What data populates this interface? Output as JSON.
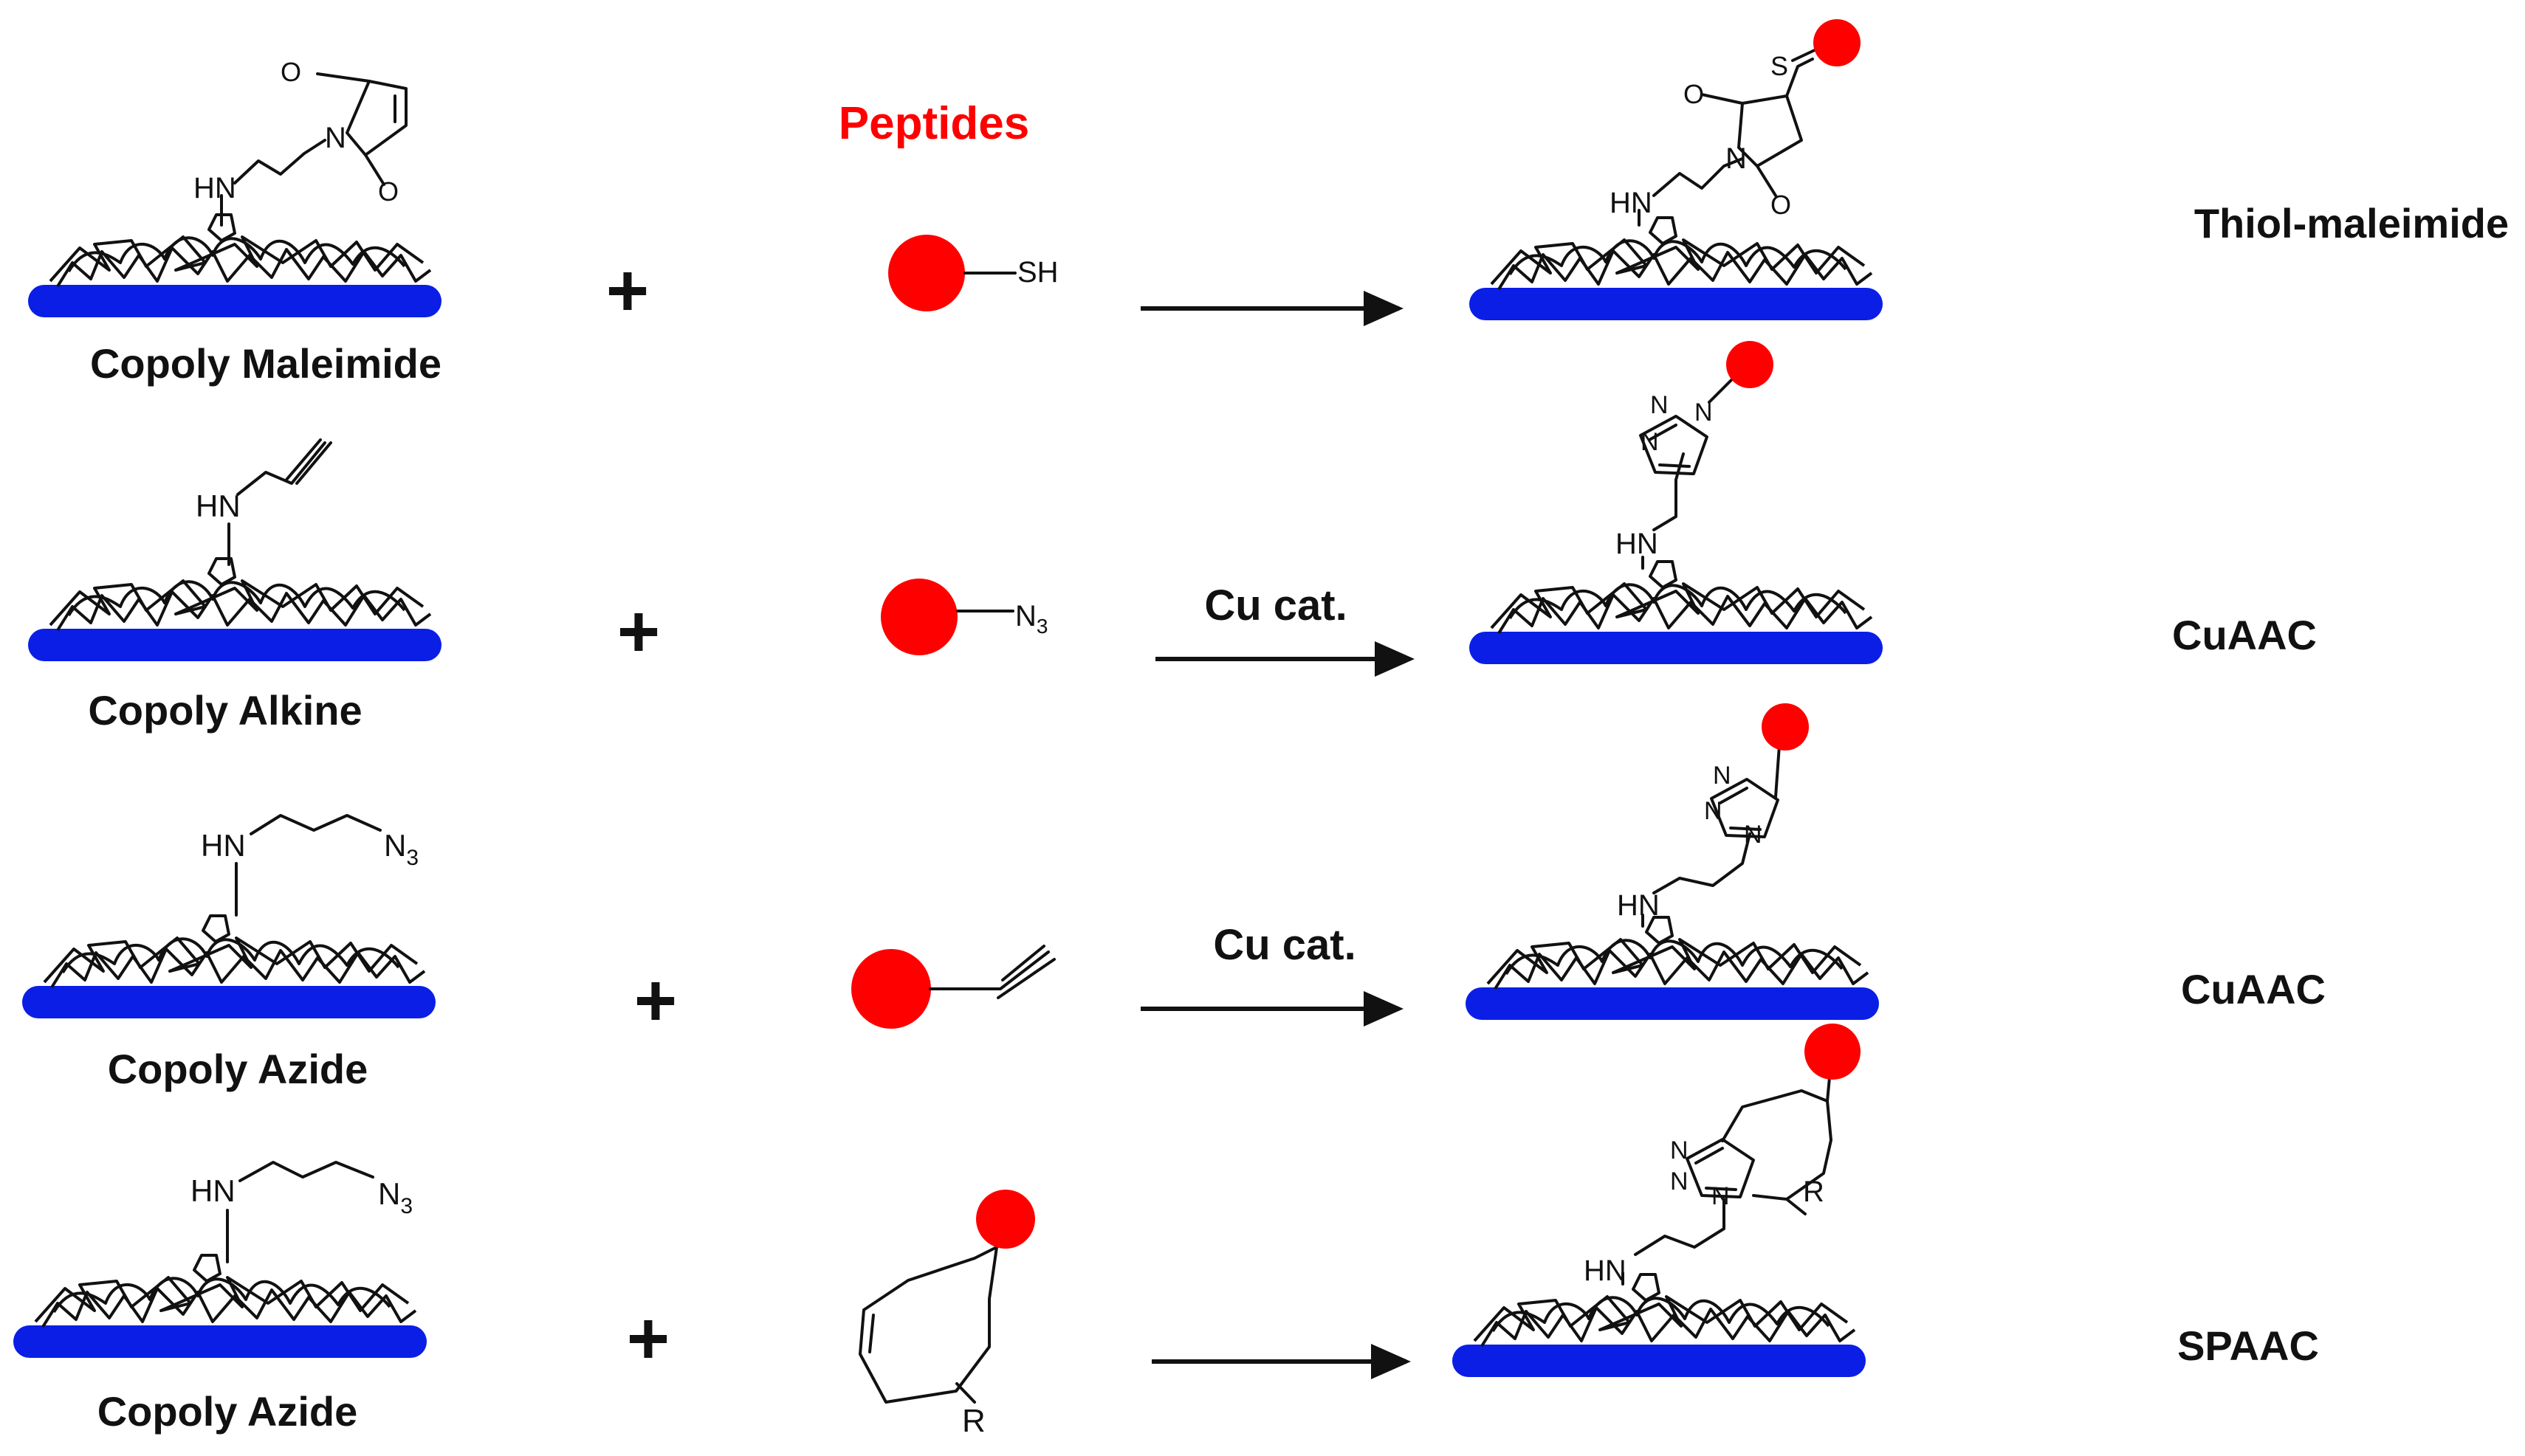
{
  "header": {
    "peptides_label": "Peptides"
  },
  "colors": {
    "peptide": "#ff0000",
    "surface": "#0a1ee6",
    "text": "#111111"
  },
  "rows": [
    {
      "substrate_label": "Copoly Maleimide",
      "linker_atoms": {
        "amine": "HN",
        "imide_n": "N",
        "oxo_top": "O",
        "oxo_bottom": "O"
      },
      "plus": "+",
      "reagent": {
        "group_label": "SH"
      },
      "condition": "",
      "product_atoms": {
        "amine": "HN",
        "imide_n": "N",
        "oxo_top": "O",
        "oxo_bottom": "O",
        "sulfur": "S"
      },
      "reaction_type": "Thiol-maleimide"
    },
    {
      "substrate_label": "Copoly Alkine",
      "linker_atoms": {
        "amine": "HN"
      },
      "plus": "+",
      "reagent": {
        "group_label": "N",
        "group_sub": "3"
      },
      "condition": "Cu cat.",
      "product_atoms": {
        "amine": "HN",
        "n1": "N",
        "n2": "N",
        "n3": "N"
      },
      "reaction_type": "CuAAC"
    },
    {
      "substrate_label": "Copoly Azide",
      "linker_atoms": {
        "amine": "HN",
        "azide": "N",
        "azide_sub": "3"
      },
      "plus": "+",
      "reagent": {
        "group_label": ""
      },
      "condition": "Cu cat.",
      "product_atoms": {
        "amine": "HN",
        "n1": "N",
        "n2": "N",
        "n3": "N"
      },
      "reaction_type": "CuAAC"
    },
    {
      "substrate_label": "Copoly Azide",
      "linker_atoms": {
        "amine": "HN",
        "azide": "N",
        "azide_sub": "3"
      },
      "plus": "+",
      "reagent": {
        "ring_substituent": "R"
      },
      "condition": "",
      "product_atoms": {
        "amine": "HN",
        "n1": "N",
        "n2": "N",
        "n3": "N",
        "substituent": "R"
      },
      "reaction_type": "SPAAC"
    }
  ]
}
